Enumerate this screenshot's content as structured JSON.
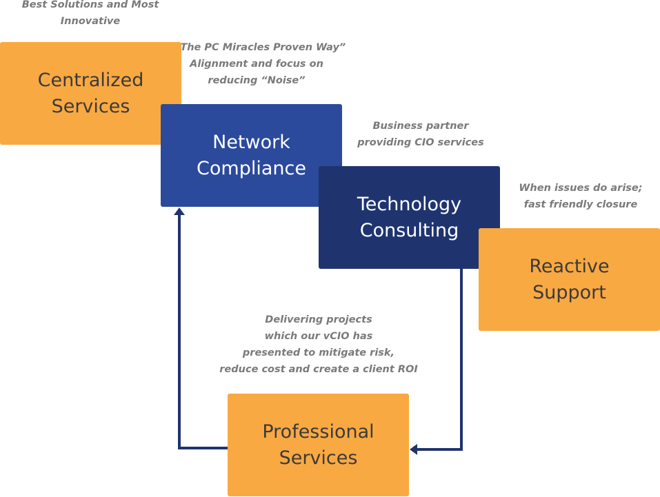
{
  "boxes": {
    "centralized": {
      "line1": "Centralized",
      "line2": "Services"
    },
    "network": {
      "line1": "Network",
      "line2": "Compliance"
    },
    "technology": {
      "line1": "Technology",
      "line2": "Consulting"
    },
    "reactive": {
      "line1": "Reactive",
      "line2": "Support"
    },
    "professional": {
      "line1": "Professional",
      "line2": "Services"
    }
  },
  "captions": {
    "centralized": [
      "Best Solutions and Most",
      "Innovative"
    ],
    "network": [
      "“The PC Miracles Proven Way”",
      "Alignment and focus on",
      "reducing “Noise”"
    ],
    "technology": [
      "Business partner",
      "providing CIO services"
    ],
    "reactive": [
      "When issues do arise;",
      "fast friendly closure"
    ],
    "professional": [
      "Delivering projects",
      "which our vCIO has",
      "presented to mitigate risk,",
      "reduce cost and create a client ROI"
    ]
  },
  "colors": {
    "orange": "#f9a942",
    "blue": "#2b4a9c",
    "navy": "#1f346f",
    "caption": "#7a7a7a"
  }
}
